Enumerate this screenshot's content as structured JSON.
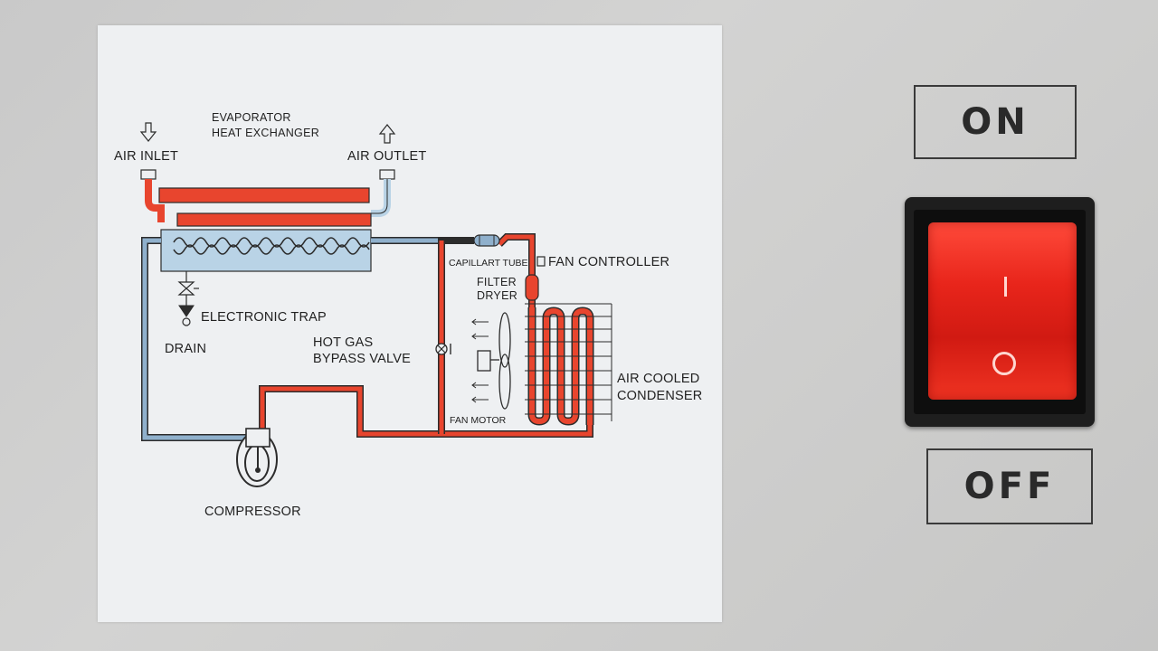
{
  "diagram": {
    "labels": {
      "evaporator_line1": "EVAPORATOR",
      "evaporator_line2": "HEAT EXCHANGER",
      "air_inlet": "AIR  INLET",
      "air_outlet": "AIR OUTLET",
      "capillary_tube": "CAPILLART TUBE",
      "fan_controller": "FAN CONTROLLER",
      "filter_dryer_line1": "FILTER",
      "filter_dryer_line2": "DRYER",
      "electronic_trap": "ELECTRONIC TRAP",
      "drain": "DRAIN",
      "hot_gas_line1": "HOT GAS",
      "hot_gas_line2": "BYPASS VALVE",
      "air_cooled_line1": "AIR COOLED",
      "air_cooled_line2": "CONDENSER",
      "fan_motor": "FAN MOTOR",
      "compressor": "COMPRESSOR"
    },
    "colors": {
      "hot_line": "#e8452e",
      "cold_line": "#8fb0cc",
      "evaporator_fill": "#b9d3e6",
      "outline": "#2c2c2c"
    }
  },
  "switch": {
    "on_label": "ON",
    "off_label": "OFF",
    "on_symbol": "I",
    "off_symbol": "O",
    "state": "off",
    "rocker_color": "#e32a1c"
  }
}
